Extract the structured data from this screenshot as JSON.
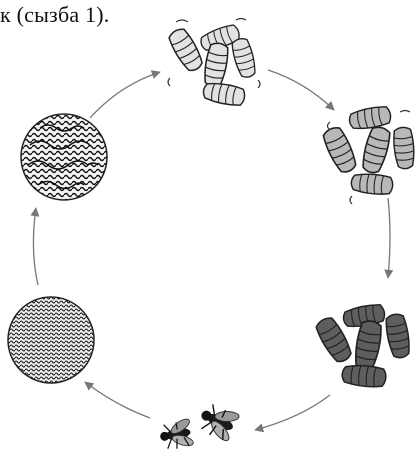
{
  "caption": "к (сызба 1).",
  "stages": [
    {
      "name": "fly-egg-mass",
      "label": ""
    },
    {
      "name": "pale-larvae-group",
      "label": ""
    },
    {
      "name": "striped-larvae-group",
      "label": ""
    },
    {
      "name": "dark-larvae-group",
      "label": ""
    },
    {
      "name": "adult-flies",
      "label": ""
    },
    {
      "name": "dense-egg-ball",
      "label": ""
    }
  ],
  "colors": {
    "ink": "#222222",
    "larva_light": "#d9d9d9",
    "larva_mid": "#9a9a9a",
    "larva_dark": "#555555",
    "arrow": "#777777"
  }
}
